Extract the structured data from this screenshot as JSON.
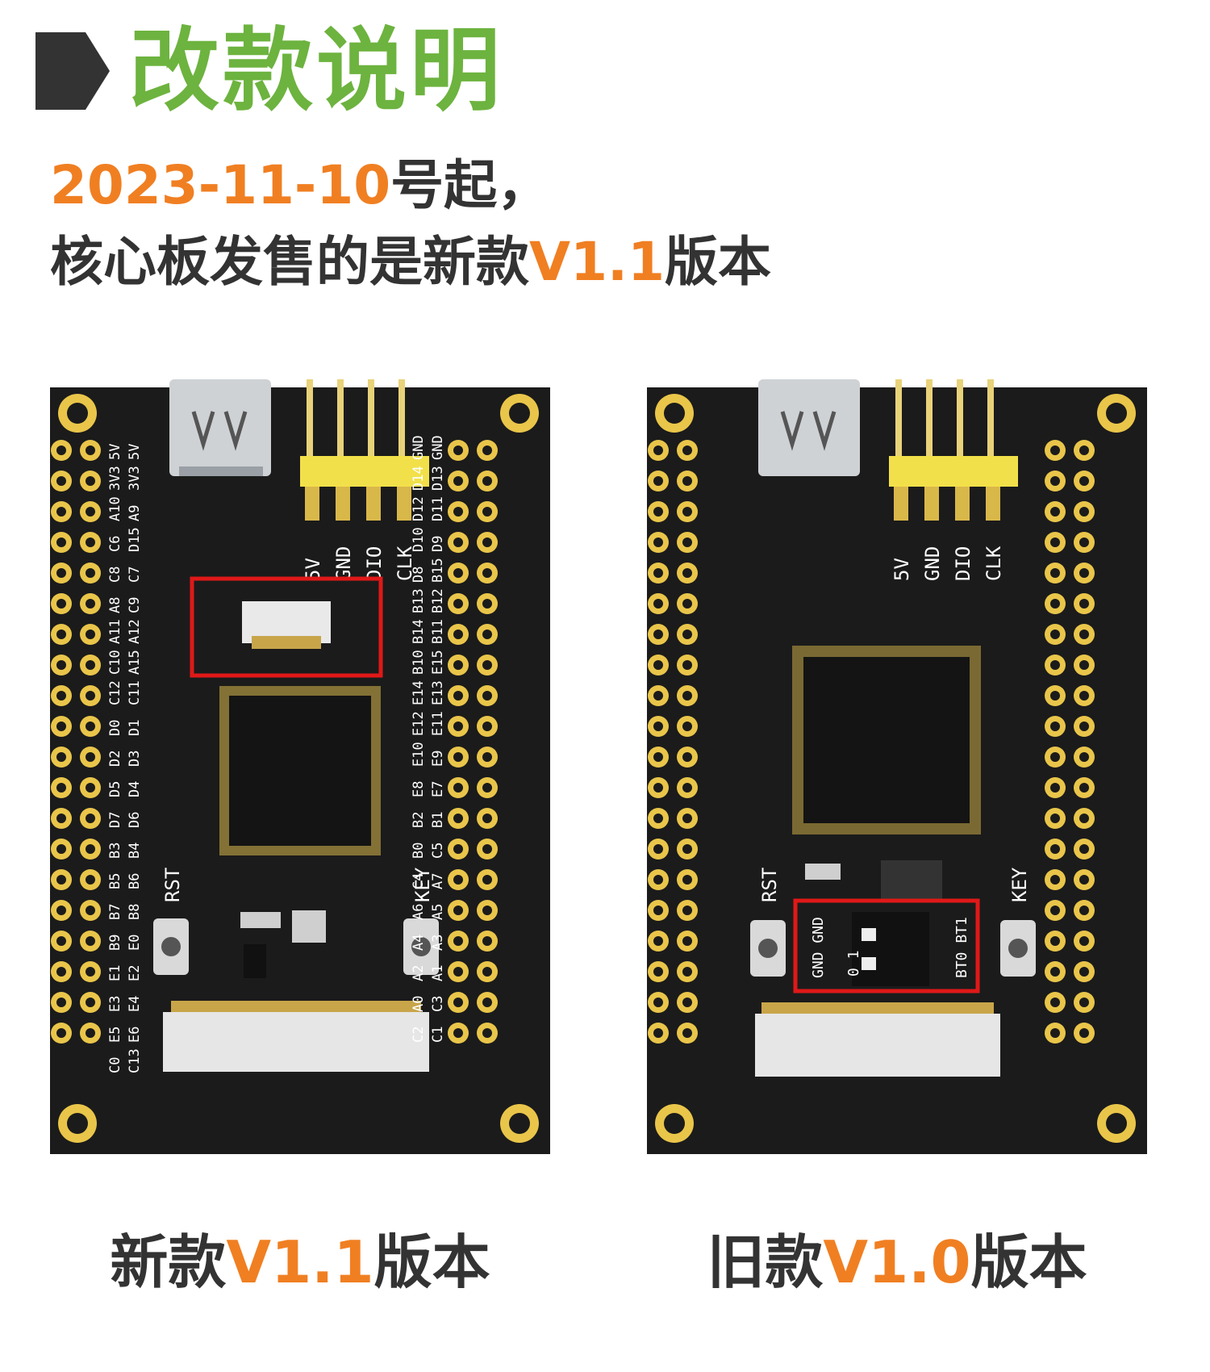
{
  "header": {
    "title": "改款说明",
    "title_color": "#6db33f",
    "marker_color": "#333333"
  },
  "notice": {
    "line1_date": "2023-11-10",
    "line1_suffix": "号起，",
    "line2_prefix": "核心板发售的是新款",
    "line2_version": "V1.1",
    "line2_suffix": "版本"
  },
  "boards": {
    "new": {
      "caption_prefix": "新款",
      "caption_version": "V1.1",
      "caption_suffix": "版本",
      "header_pins": [
        "5V",
        "GND",
        "DIO",
        "CLK"
      ],
      "button_left": "RST",
      "button_right": "KEY",
      "left_col_outer": [
        "5V",
        "3V3",
        "A10",
        "C6",
        "C8",
        "A8",
        "A11",
        "C10",
        "C12",
        "D0",
        "D2",
        "D5",
        "D7",
        "B3",
        "B5",
        "B7",
        "B9",
        "E1",
        "E3",
        "E5",
        "C0"
      ],
      "left_col_inner": [
        "5V",
        "3V3",
        "A9",
        "D15",
        "C7",
        "C9",
        "A12",
        "A15",
        "C11",
        "D1",
        "D3",
        "D4",
        "D6",
        "B4",
        "B6",
        "B8",
        "E0",
        "E2",
        "E4",
        "E6",
        "C13"
      ],
      "right_col_inner": [
        "GND",
        "D14",
        "D12",
        "D10",
        "D8",
        "B13",
        "B14",
        "B10",
        "E14",
        "E12",
        "E10",
        "E8",
        "B2",
        "B0",
        "C4",
        "A6",
        "A4",
        "A2",
        "A0",
        "C2"
      ],
      "right_col_outer": [
        "GND",
        "D13",
        "D11",
        "D9",
        "B15",
        "B12",
        "B11",
        "E15",
        "E13",
        "E11",
        "E9",
        "E7",
        "B1",
        "C5",
        "A7",
        "A5",
        "A3",
        "A1",
        "C3",
        "C1"
      ]
    },
    "old": {
      "caption_prefix": "旧款",
      "caption_version": "V1.0",
      "caption_suffix": "版本",
      "header_pins": [
        "5V",
        "GND",
        "DIO",
        "CLK"
      ],
      "button_left": "RST",
      "button_right": "KEY",
      "switch_left": "GND GND",
      "switch_right": "BT0 BT1",
      "switch_marks": "0 1"
    }
  },
  "colors": {
    "accent_orange": "#f07f22",
    "highlight_red": "#e01818",
    "pcb_black": "#1b1b1b",
    "pad_gold": "#e9c54a",
    "header_yellow": "#f2e04a"
  }
}
